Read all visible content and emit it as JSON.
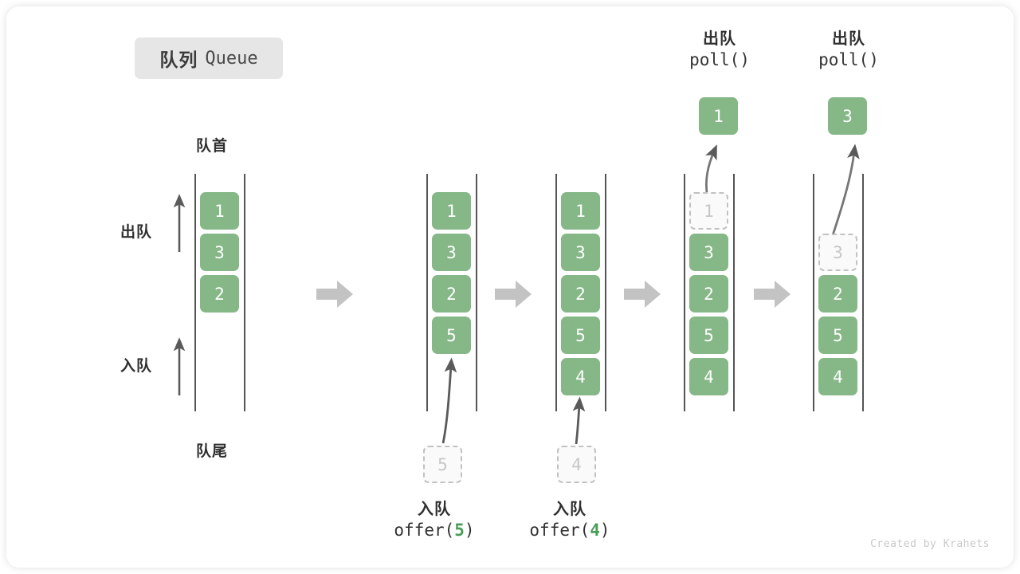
{
  "title": {
    "cn": "队列",
    "en": "Queue"
  },
  "credit": "Created by Krahets",
  "colors": {
    "element_fill": "#85b787",
    "element_text": "#ffffff",
    "ghost_border": "#c2c2c2",
    "ghost_text": "#c7c7c7",
    "rail": "#555555",
    "step_arrow": "#c3c3c3",
    "accent_green": "#4a9d58",
    "badge_bg": "#e6e6e6"
  },
  "side_labels": {
    "front": "队首",
    "rear": "队尾",
    "dequeue": "出队",
    "enqueue": "入队"
  },
  "operations": {
    "offer_5": {
      "cn": "入队",
      "fn": "offer(",
      "arg": "5",
      "close": ")"
    },
    "offer_4": {
      "cn": "入队",
      "fn": "offer(",
      "arg": "4",
      "close": ")"
    },
    "poll_1": {
      "cn": "出队",
      "code": "poll()"
    },
    "poll_2": {
      "cn": "出队",
      "code": "poll()"
    }
  },
  "columns": [
    {
      "name": "initial-queue",
      "cells": [
        {
          "value": "1",
          "state": "filled"
        },
        {
          "value": "3",
          "state": "filled"
        },
        {
          "value": "2",
          "state": "filled"
        }
      ]
    },
    {
      "name": "after-offer-5",
      "cells": [
        {
          "value": "1",
          "state": "filled"
        },
        {
          "value": "3",
          "state": "filled"
        },
        {
          "value": "2",
          "state": "filled"
        },
        {
          "value": "5",
          "state": "filled"
        }
      ],
      "incoming": {
        "value": "5",
        "state": "ghost"
      }
    },
    {
      "name": "after-offer-4",
      "cells": [
        {
          "value": "1",
          "state": "filled"
        },
        {
          "value": "3",
          "state": "filled"
        },
        {
          "value": "2",
          "state": "filled"
        },
        {
          "value": "5",
          "state": "filled"
        },
        {
          "value": "4",
          "state": "filled"
        }
      ],
      "incoming": {
        "value": "4",
        "state": "ghost"
      }
    },
    {
      "name": "after-poll-1",
      "cells": [
        {
          "value": "1",
          "state": "ghost"
        },
        {
          "value": "3",
          "state": "filled"
        },
        {
          "value": "2",
          "state": "filled"
        },
        {
          "value": "5",
          "state": "filled"
        },
        {
          "value": "4",
          "state": "filled"
        }
      ],
      "outgoing": {
        "value": "1",
        "state": "filled"
      }
    },
    {
      "name": "after-poll-3",
      "cells": [
        {
          "value": "",
          "state": "empty"
        },
        {
          "value": "3",
          "state": "ghost"
        },
        {
          "value": "2",
          "state": "filled"
        },
        {
          "value": "5",
          "state": "filled"
        },
        {
          "value": "4",
          "state": "filled"
        }
      ],
      "outgoing": {
        "value": "3",
        "state": "filled"
      }
    }
  ]
}
